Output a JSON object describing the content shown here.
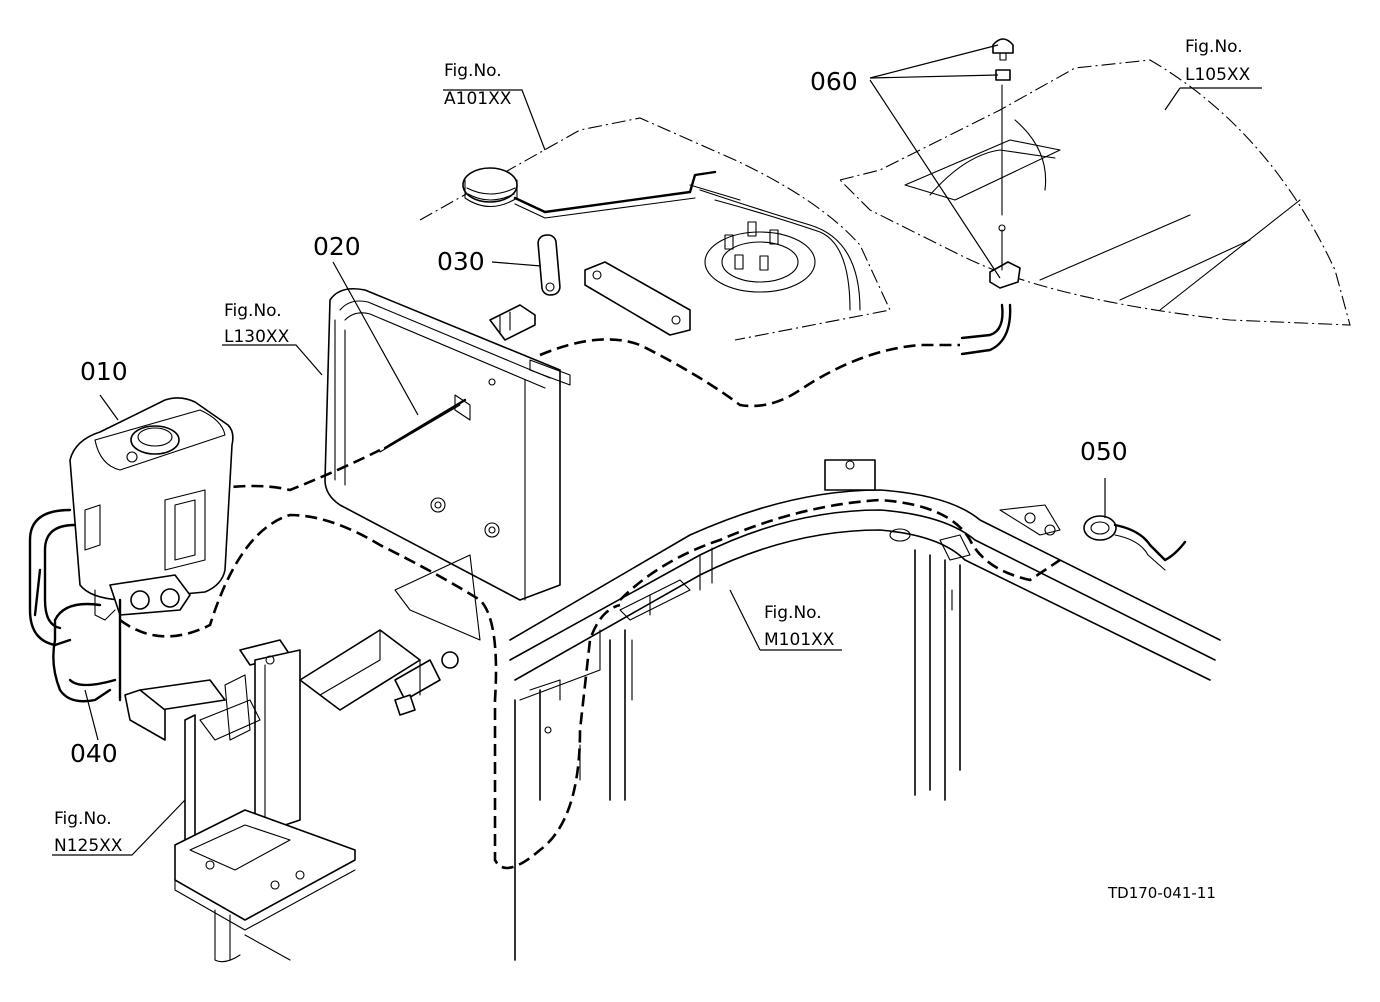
{
  "parts": {
    "p010": "010",
    "p020": "020",
    "p030": "030",
    "p040": "040",
    "p050": "050",
    "p060": "060"
  },
  "figure_refs": {
    "a101": {
      "label": "Fig.No.",
      "code": "A101XX"
    },
    "l105": {
      "label": "Fig.No.",
      "code": "L105XX"
    },
    "l130": {
      "label": "Fig.No.",
      "code": "L130XX"
    },
    "m101": {
      "label": "Fig.No.",
      "code": "M101XX"
    },
    "n125": {
      "label": "Fig.No.",
      "code": "N125XX"
    }
  },
  "drawing_id": "TD170-041-11"
}
